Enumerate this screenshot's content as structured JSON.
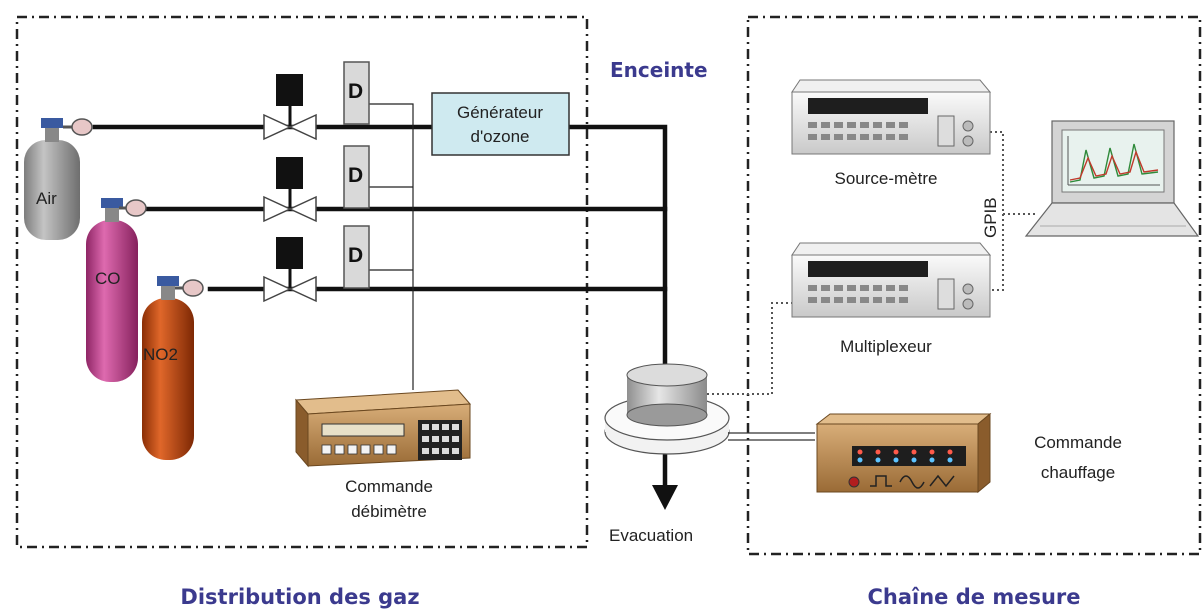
{
  "sections": {
    "gas_distribution": "Distribution des gaz",
    "measurement_chain": "Chaîne de mesure",
    "chamber": "Enceinte"
  },
  "gases": {
    "air": "Air",
    "co": "CO",
    "no2": "NO2"
  },
  "flow_controller_letter": "D",
  "ozone_generator": {
    "line1": "Générateur",
    "line2": "d'ozone"
  },
  "flowmeter_control": {
    "line1": "Commande",
    "line2": "débimètre"
  },
  "evacuation": "Evacuation",
  "source_meter": "Source-mètre",
  "multiplexer": "Multiplexeur",
  "gpib": "GPIB",
  "heating_control": {
    "line1": "Commande",
    "line2": "chauffage"
  },
  "colors": {
    "title_blue": "#3b3a8e",
    "air_cylinder": "#9b9b9b",
    "co_cylinder": "#c4428f",
    "no2_cylinder": "#c24a12",
    "ozone_box": "#cfeaf0",
    "controller_box": "#b88a55"
  }
}
